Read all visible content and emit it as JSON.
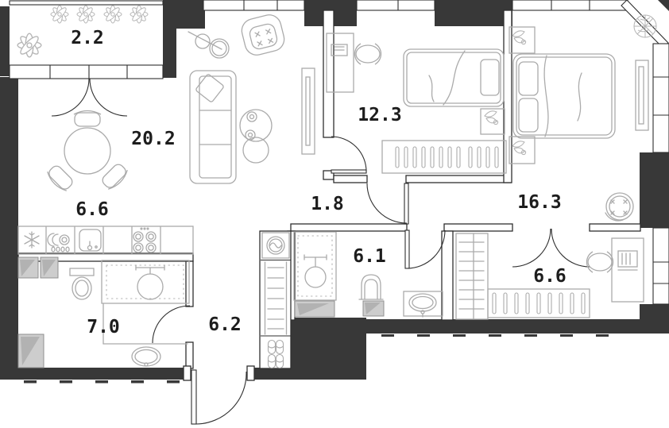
{
  "plan_title": "apartment-floor-plan",
  "rooms": [
    {
      "id": "balcony",
      "area": "2.2"
    },
    {
      "id": "living-room",
      "area": "20.2"
    },
    {
      "id": "bedroom-1",
      "area": "12.3"
    },
    {
      "id": "kitchen",
      "area": "6.6"
    },
    {
      "id": "hallway",
      "area": "1.8"
    },
    {
      "id": "bedroom-2",
      "area": "16.3"
    },
    {
      "id": "bathroom-1",
      "area": "6.1"
    },
    {
      "id": "walk-in-closet",
      "area": "6.6"
    },
    {
      "id": "bathroom-2",
      "area": "7.0"
    },
    {
      "id": "entrance-hall",
      "area": "6.2"
    }
  ],
  "colors": {
    "wall": "#383838",
    "furniture_line": "#ababab",
    "label": "#1d1d1d",
    "shaft_fill": "#cdcdcd",
    "background": "#ffffff"
  }
}
